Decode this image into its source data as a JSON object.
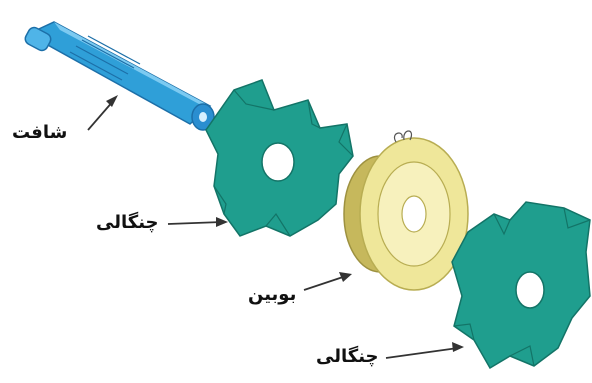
{
  "diagram": {
    "labels": {
      "shaft": "شافت",
      "claw_pole_upper": "چنگالی",
      "bobbin": "بوبین",
      "claw_pole_lower": "چنگالی"
    },
    "colors": {
      "shaft": "#2f9fd8",
      "shaft_dark": "#1c6fa8",
      "claw_pole": "#1f9e8e",
      "claw_pole_dark": "#137467",
      "bobbin": "#efe79a",
      "bobbin_dark": "#b8ad52",
      "arrow": "#333333"
    }
  }
}
